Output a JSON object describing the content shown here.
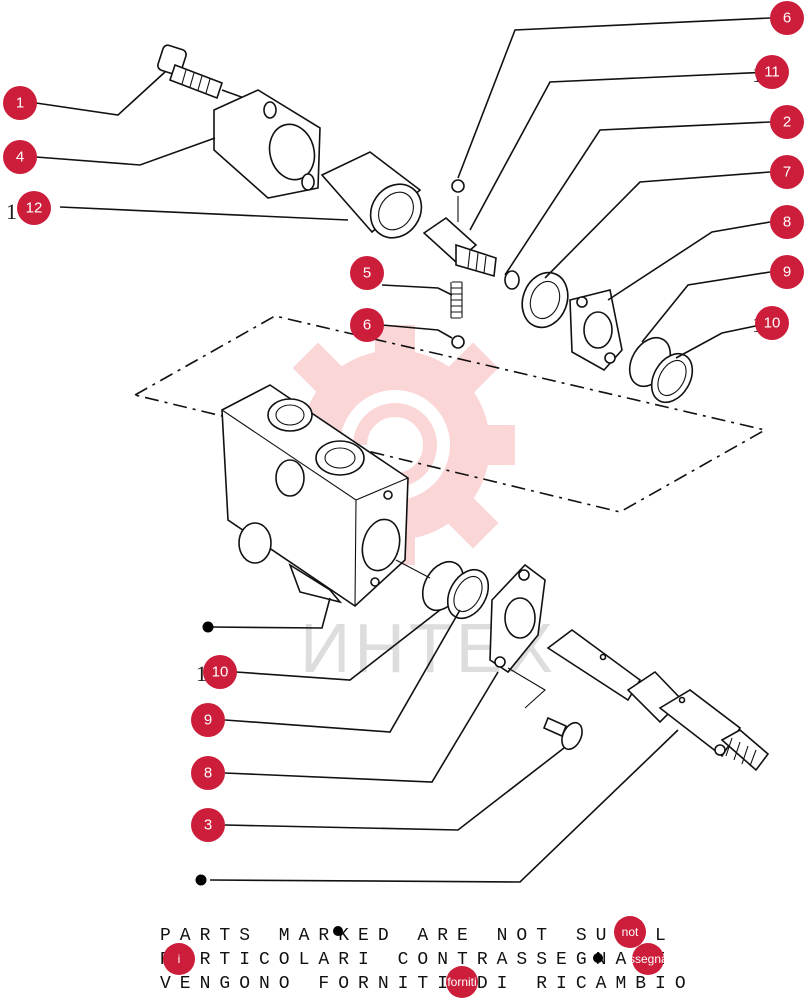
{
  "callouts": [
    {
      "id": "c1",
      "label": "1"
    },
    {
      "id": "c4",
      "label": "4"
    },
    {
      "id": "c12",
      "label": "12",
      "ghost": "1"
    },
    {
      "id": "c5",
      "label": "5"
    },
    {
      "id": "c6a",
      "label": "6"
    },
    {
      "id": "c6b",
      "label": "6"
    },
    {
      "id": "c11",
      "label": "11",
      "ghost": "1"
    },
    {
      "id": "c2",
      "label": "2"
    },
    {
      "id": "c7",
      "label": "7"
    },
    {
      "id": "c8a",
      "label": "8"
    },
    {
      "id": "c9a",
      "label": "9"
    },
    {
      "id": "c10a",
      "label": "10",
      "ghost": "1"
    },
    {
      "id": "c10b",
      "label": "10",
      "ghost": "1"
    },
    {
      "id": "c9b",
      "label": "9"
    },
    {
      "id": "c8b",
      "label": "8"
    },
    {
      "id": "c3",
      "label": "3"
    }
  ],
  "watermark": "ИНТЕХ",
  "footnote": {
    "line1": "PARTS MARKED    ARE NOT SUPPL",
    "line2": "PARTICOLARI   CONTRASSEGNATI",
    "line3": "VENGONO FORNITI DI RICAMBIO",
    "badge_not": "not",
    "badge_i": "i",
    "badge_assegnati": "assegnati",
    "badge_forniti": "forniti"
  },
  "colors": {
    "callout": "#cc1d3a",
    "line": "#111111",
    "watermark": "#e85b5b"
  }
}
